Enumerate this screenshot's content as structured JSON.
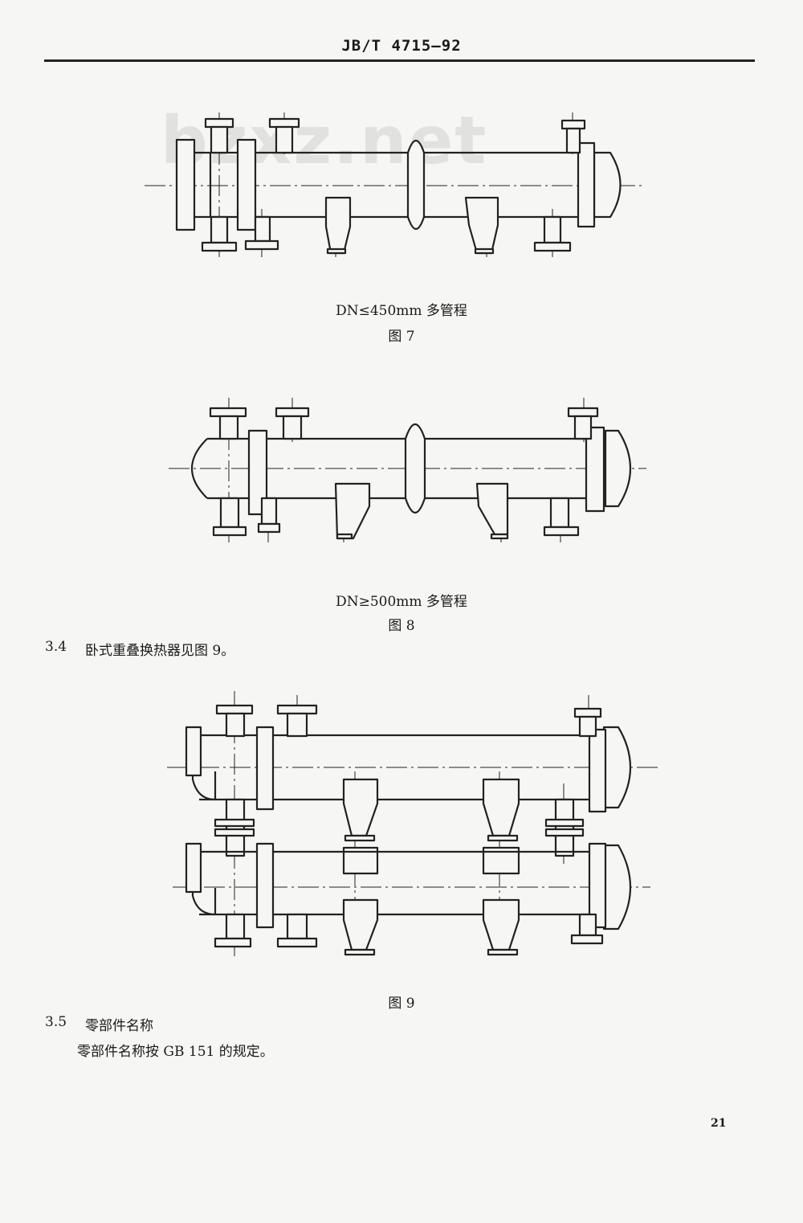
{
  "header": {
    "standard_code": "JB/T 4715—92"
  },
  "watermark": {
    "text": "bzxz.net"
  },
  "figure7": {
    "caption": "DN≤450mm 多管程",
    "label": "图 7"
  },
  "figure8": {
    "caption": "DN≥500mm 多管程",
    "label": "图 8"
  },
  "section_3_4": {
    "number": "3.4",
    "text": "卧式重叠换热器见图 9。"
  },
  "figure9": {
    "label": "图 9"
  },
  "section_3_5": {
    "number": "3.5",
    "title": "零部件名称",
    "text": "零部件名称按 GB 151 的规定。"
  },
  "footer": {
    "page_number": "21"
  }
}
